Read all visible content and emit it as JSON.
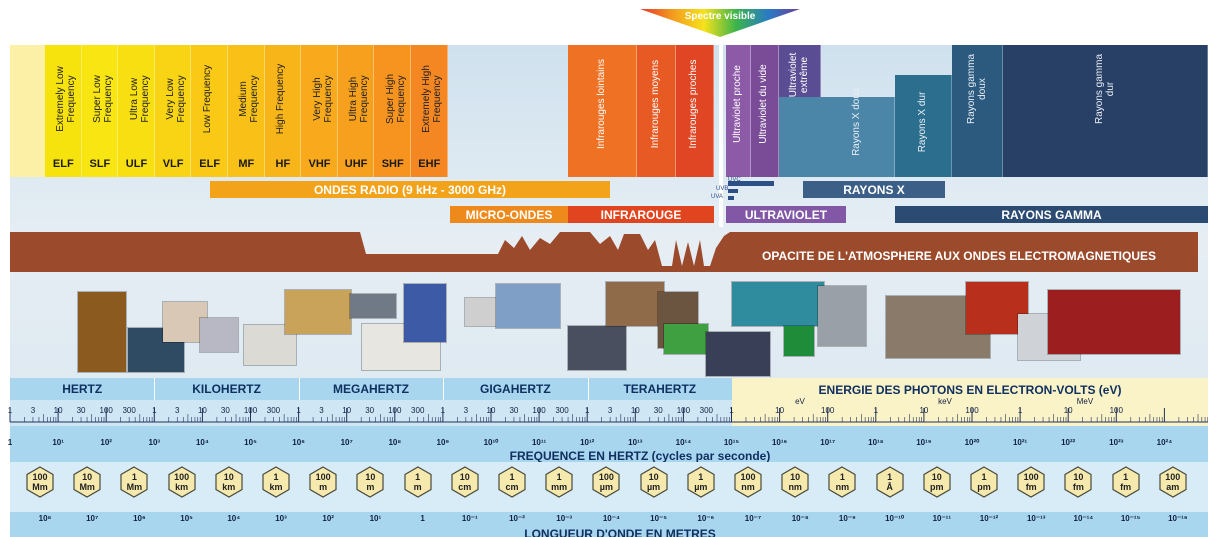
{
  "visible_spectrum": "Spectre visible",
  "top_bands": [
    {
      "name": "Extremely Low\nFrequency",
      "abbr": "ELF",
      "color": "#f6e30e"
    },
    {
      "name": "Super Low\nFrequency",
      "abbr": "SLF",
      "color": "#f8e511"
    },
    {
      "name": "Ultra Low\nFrequency",
      "abbr": "ULF",
      "color": "#f8df12"
    },
    {
      "name": "Very Low\nFrequency",
      "abbr": "VLF",
      "color": "#f9d414"
    },
    {
      "name": "Low Frequency",
      "abbr": "ELF",
      "color": "#f9c916"
    },
    {
      "name": "Medium\nFrequency",
      "abbr": "MF",
      "color": "#f9c018"
    },
    {
      "name": "High Frequency",
      "abbr": "HF",
      "color": "#f8b51a"
    },
    {
      "name": "Very High\nFrequency",
      "abbr": "VHF",
      "color": "#f8aa1c"
    },
    {
      "name": "Ultra High\nFrequency",
      "abbr": "UHF",
      "color": "#f7a01d"
    },
    {
      "name": "Super High\nFrequency",
      "abbr": "SHF",
      "color": "#f6941f"
    },
    {
      "name": "Extremely High\nFrequency",
      "abbr": "EHF",
      "color": "#f48722"
    }
  ],
  "ir_bands": [
    {
      "name": "Infrarouges lointains",
      "color": "#ef7123"
    },
    {
      "name": "Infrarouges moyens",
      "color": "#e85a24"
    },
    {
      "name": "Infrarouges proches",
      "color": "#e04524"
    }
  ],
  "uv_bands": [
    {
      "name": "Ultraviolet proche",
      "color": "#8d5aa8"
    },
    {
      "name": "Ultraviolet du vide",
      "color": "#7a4c97"
    },
    {
      "name": "Ultraviolet\nextrême",
      "color": "#5a4d93"
    }
  ],
  "x_gamma_bands": [
    {
      "name": "Rayons X doux",
      "color": "#4b86a8"
    },
    {
      "name": "Rayons X dur",
      "color": "#2c6e8e"
    },
    {
      "name": "Rayons gamma\ndoux",
      "color": "#2b5a7e"
    },
    {
      "name": "Rayons gamma\ndur",
      "color": "#283f66"
    }
  ],
  "domain_bars": {
    "radio": "ONDES RADIO (9 kHz - 3000 GHz)",
    "rayons_x": "RAYONS X",
    "micro_ondes": "MICRO-ONDES",
    "infrarouge": "INFRAROUGE",
    "ultraviolet": "ULTRAVIOLET",
    "rayons_gamma": "RAYONS GAMMA",
    "uvc": "UVC",
    "uvb": "UVB",
    "uva": "UVA"
  },
  "atmosphere_label": "OPACITE DE L'ATMOSPHERE AUX ONDES ELECTROMAGNETIQUES",
  "frequency_units": [
    "HERTZ",
    "KILOHERTZ",
    "MEGAHERTZ",
    "GIGAHERTZ",
    "TERAHERTZ"
  ],
  "photon_energy_title": "ENERGIE DES PHOTONS EN ELECTRON-VOLTS (eV)",
  "energy_units": [
    "eV",
    "keV",
    "MeV"
  ],
  "decade_labels": [
    "1",
    "3",
    "10",
    "30",
    "100",
    "300"
  ],
  "energy_scale": [
    "1",
    "10",
    "100"
  ],
  "frequency_powers": [
    "1",
    "10¹",
    "10²",
    "10³",
    "10⁴",
    "10⁵",
    "10⁶",
    "10⁷",
    "10⁸",
    "10⁹",
    "10¹⁰",
    "10¹¹",
    "10¹²",
    "10¹³",
    "10¹⁴",
    "10¹⁵",
    "10¹⁶",
    "10¹⁷",
    "10¹⁸",
    "10¹⁹",
    "10²⁰",
    "10²¹",
    "10²²",
    "10²³",
    "10²⁴"
  ],
  "frequency_title": "FREQUENCE EN HERTZ (cycles par seconde)",
  "wavelengths": [
    [
      "100",
      "Mm"
    ],
    [
      "10",
      "Mm"
    ],
    [
      "1",
      "Mm"
    ],
    [
      "100",
      "km"
    ],
    [
      "10",
      "km"
    ],
    [
      "1",
      "km"
    ],
    [
      "100",
      "m"
    ],
    [
      "10",
      "m"
    ],
    [
      "1",
      "m"
    ],
    [
      "10",
      "cm"
    ],
    [
      "1",
      "cm"
    ],
    [
      "1",
      "mm"
    ],
    [
      "100",
      "µm"
    ],
    [
      "10",
      "µm"
    ],
    [
      "1",
      "µm"
    ],
    [
      "100",
      "nm"
    ],
    [
      "10",
      "nm"
    ],
    [
      "1",
      "nm"
    ],
    [
      "1",
      "Å"
    ],
    [
      "10",
      "pm"
    ],
    [
      "1",
      "pm"
    ],
    [
      "100",
      "fm"
    ],
    [
      "10",
      "fm"
    ],
    [
      "1",
      "fm"
    ],
    [
      "100",
      "am"
    ]
  ],
  "wavelength_powers": [
    "10⁸",
    "10⁷",
    "10⁶",
    "10⁵",
    "10⁴",
    "10³",
    "10²",
    "10¹",
    "1",
    "10⁻¹",
    "10⁻²",
    "10⁻³",
    "10⁻⁴",
    "10⁻⁵",
    "10⁻⁶",
    "10⁻⁷",
    "10⁻⁸",
    "10⁻⁹",
    "10⁻¹⁰",
    "10⁻¹¹",
    "10⁻¹²",
    "10⁻¹³",
    "10⁻¹⁴",
    "10⁻¹⁵",
    "10⁻¹⁶"
  ],
  "wavelength_title": "LONGUEUR D'ONDE EN METRES",
  "photos": [
    {
      "name": "pylone-electrique",
      "color": "#8a5a1e"
    },
    {
      "name": "sous-marin",
      "color": "#2f4a63"
    },
    {
      "name": "lampe",
      "color": "#d9c8b6"
    },
    {
      "name": "telephone",
      "color": "#b8b8c4"
    },
    {
      "name": "electromenager",
      "color": "#dcdad4"
    },
    {
      "name": "laboratoire",
      "color": "#c9a35a"
    },
    {
      "name": "voiture",
      "color": "#6f7a86"
    },
    {
      "name": "ordinateur",
      "color": "#e8e6e0"
    },
    {
      "name": "tour-radio",
      "color": "#3d5aa6"
    },
    {
      "name": "micro-ondes",
      "color": "#cfcfcf"
    },
    {
      "name": "antenne-parabolique",
      "color": "#7f9fc6"
    },
    {
      "name": "satellite",
      "color": "#4a4f60"
    },
    {
      "name": "radar",
      "color": "#8f6b4a"
    },
    {
      "name": "appareil-medical",
      "color": "#6b5440"
    },
    {
      "name": "vision-nocturne",
      "color": "#3ea040"
    },
    {
      "name": "telescope-spatial",
      "color": "#3a3f58"
    },
    {
      "name": "banc-solaire",
      "color": "#2f8c9e"
    },
    {
      "name": "circuit",
      "color": "#1f8c3a"
    },
    {
      "name": "radiographie-main",
      "color": "#9aa0a8"
    },
    {
      "name": "accelerateur",
      "color": "#8a7a6a"
    },
    {
      "name": "champignon-nucleaire",
      "color": "#b8301c"
    },
    {
      "name": "scanner",
      "color": "#cfd3d8"
    },
    {
      "name": "supernova",
      "color": "#9c1e1e"
    }
  ]
}
